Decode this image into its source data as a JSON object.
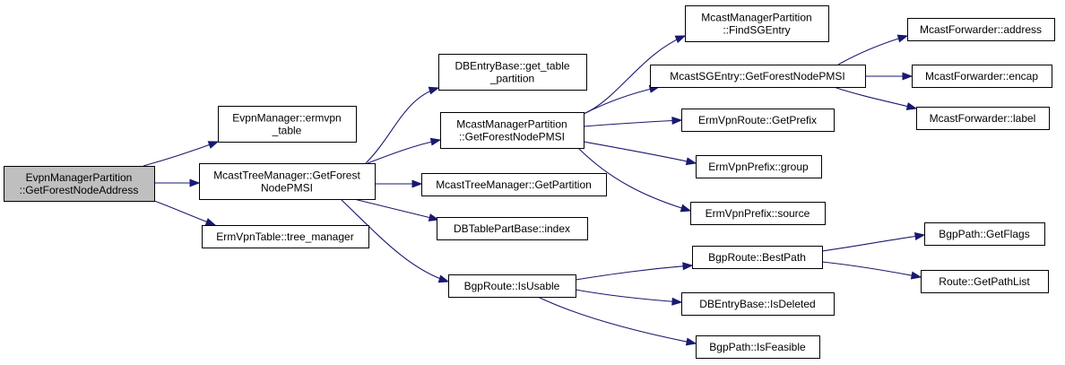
{
  "colors": {
    "root_fill": "#bfbfbf",
    "node_fill": "#ffffff",
    "node_border": "#000000",
    "edge": "#191970"
  },
  "nodes": [
    {
      "id": "n0",
      "lines": [
        "EvpnManagerPartition",
        "::GetForestNodeAddress"
      ],
      "root": true
    },
    {
      "id": "n1",
      "lines": [
        "EvpnManager::ermvpn",
        "_table"
      ]
    },
    {
      "id": "n2",
      "lines": [
        "McastTreeManager::GetForest",
        "NodePMSI"
      ]
    },
    {
      "id": "n3",
      "lines": [
        "ErmVpnTable::tree_manager"
      ]
    },
    {
      "id": "n4",
      "lines": [
        "DBEntryBase::get_table",
        "_partition"
      ]
    },
    {
      "id": "n5",
      "lines": [
        "McastManagerPartition",
        "::GetForestNodePMSI"
      ]
    },
    {
      "id": "n6",
      "lines": [
        "McastTreeManager::GetPartition"
      ]
    },
    {
      "id": "n7",
      "lines": [
        "DBTablePartBase::index"
      ]
    },
    {
      "id": "n8",
      "lines": [
        "BgpRoute::IsUsable"
      ]
    },
    {
      "id": "n9",
      "lines": [
        "McastManagerPartition",
        "::FindSGEntry"
      ]
    },
    {
      "id": "n10",
      "lines": [
        "McastSGEntry::GetForestNodePMSI"
      ]
    },
    {
      "id": "n11",
      "lines": [
        "ErmVpnRoute::GetPrefix"
      ]
    },
    {
      "id": "n12",
      "lines": [
        "ErmVpnPrefix::group"
      ]
    },
    {
      "id": "n13",
      "lines": [
        "ErmVpnPrefix::source"
      ]
    },
    {
      "id": "n14",
      "lines": [
        "BgpRoute::BestPath"
      ]
    },
    {
      "id": "n15",
      "lines": [
        "DBEntryBase::IsDeleted"
      ]
    },
    {
      "id": "n16",
      "lines": [
        "BgpPath::IsFeasible"
      ]
    },
    {
      "id": "n17",
      "lines": [
        "McastForwarder::address"
      ]
    },
    {
      "id": "n18",
      "lines": [
        "McastForwarder::encap"
      ]
    },
    {
      "id": "n19",
      "lines": [
        "McastForwarder::label"
      ]
    },
    {
      "id": "n20",
      "lines": [
        "BgpPath::GetFlags"
      ]
    },
    {
      "id": "n21",
      "lines": [
        "Route::GetPathList"
      ]
    }
  ],
  "edges": [
    [
      "n0",
      "n1"
    ],
    [
      "n0",
      "n2"
    ],
    [
      "n0",
      "n3"
    ],
    [
      "n2",
      "n4"
    ],
    [
      "n2",
      "n5"
    ],
    [
      "n2",
      "n6"
    ],
    [
      "n2",
      "n7"
    ],
    [
      "n2",
      "n8"
    ],
    [
      "n5",
      "n9"
    ],
    [
      "n5",
      "n10"
    ],
    [
      "n5",
      "n11"
    ],
    [
      "n5",
      "n12"
    ],
    [
      "n5",
      "n13"
    ],
    [
      "n10",
      "n17"
    ],
    [
      "n10",
      "n18"
    ],
    [
      "n10",
      "n19"
    ],
    [
      "n8",
      "n14"
    ],
    [
      "n8",
      "n15"
    ],
    [
      "n8",
      "n16"
    ],
    [
      "n14",
      "n20"
    ],
    [
      "n14",
      "n21"
    ]
  ]
}
